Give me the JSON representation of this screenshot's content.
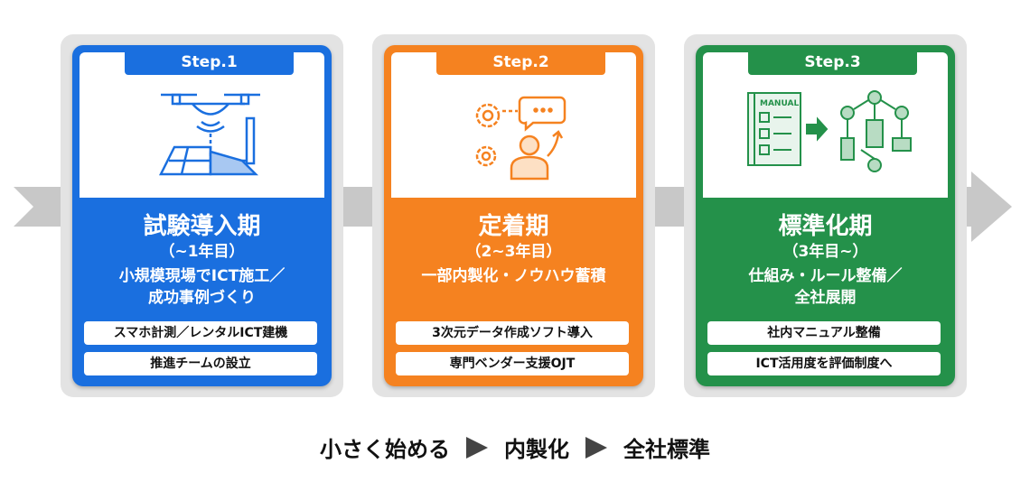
{
  "colors": {
    "step1": "#1a6fdf",
    "step2": "#f58220",
    "step3": "#24914a"
  },
  "steps": [
    {
      "label": "Step.1",
      "title": "試験導入期",
      "period": "（~1年目）",
      "desc": [
        "小規模現場でICT施工／",
        "成功事例づくり"
      ],
      "items": [
        "スマホ計測／レンタルICT建機",
        "推進チームの設立"
      ],
      "icon": "drone-survey-icon"
    },
    {
      "label": "Step.2",
      "title": "定着期",
      "period": "（2~3年目）",
      "desc": [
        "一部内製化・ノウハウ蓄積"
      ],
      "items": [
        "3次元データ作成ソフト導入",
        "専門ベンダー支援OJT"
      ],
      "icon": "gears-person-growth-icon"
    },
    {
      "label": "Step.3",
      "title": "標準化期",
      "period": "（3年目~）",
      "desc": [
        "仕組み・ルール整備／",
        "全社展開"
      ],
      "items": [
        "社内マニュアル整備",
        "ICT活用度を評価制度へ"
      ],
      "icon": "manual-to-network-icon",
      "icon_text": "MANUAL"
    }
  ],
  "footer": [
    "小さく始める",
    "内製化",
    "全社標準"
  ]
}
